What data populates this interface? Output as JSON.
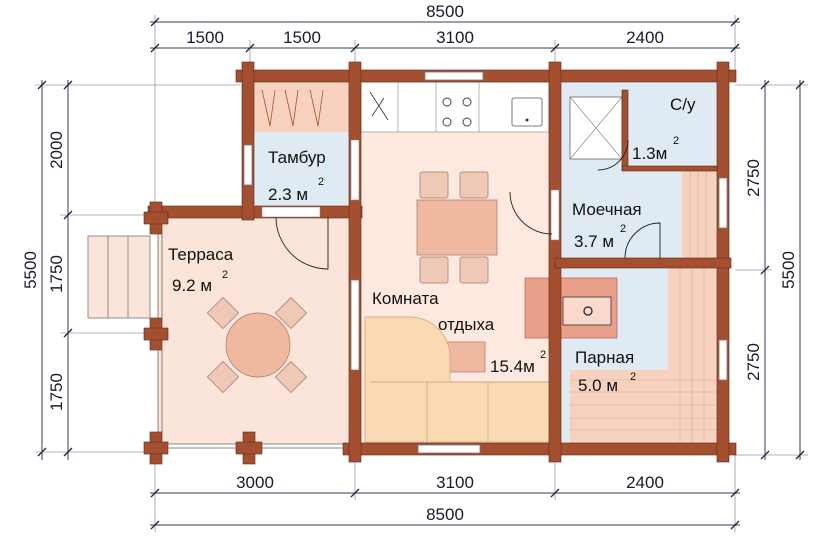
{
  "dimensions": {
    "top_total": "8500",
    "top_segments": [
      "1500",
      "1500",
      "3100",
      "2400"
    ],
    "bottom_segments": [
      "3000",
      "3100",
      "2400"
    ],
    "bottom_total": "8500",
    "left_total": "5500",
    "left_segments": [
      "2000",
      "1750",
      "1750"
    ],
    "right_segments": [
      "2750",
      "2750"
    ],
    "right_total": "5500"
  },
  "rooms": [
    {
      "name": "Тамбур",
      "area": "2.3 м",
      "sup": "2"
    },
    {
      "name": "Терраса",
      "area": "9.2 м",
      "sup": "2"
    },
    {
      "name": "Комната",
      "name2": "отдыха",
      "area": "15.4м",
      "sup": "2"
    },
    {
      "name": "С/у",
      "area": "1.3м",
      "sup": "2"
    },
    {
      "name": "Моечная",
      "area": "3.7 м",
      "sup": "2"
    },
    {
      "name": "Парная",
      "area": "5.0 м",
      "sup": "2"
    }
  ],
  "colors": {
    "wall": "#a44f2f",
    "room": "#fde9df",
    "wet": "#dfeaf2",
    "furniture": "#f0c9b4"
  }
}
